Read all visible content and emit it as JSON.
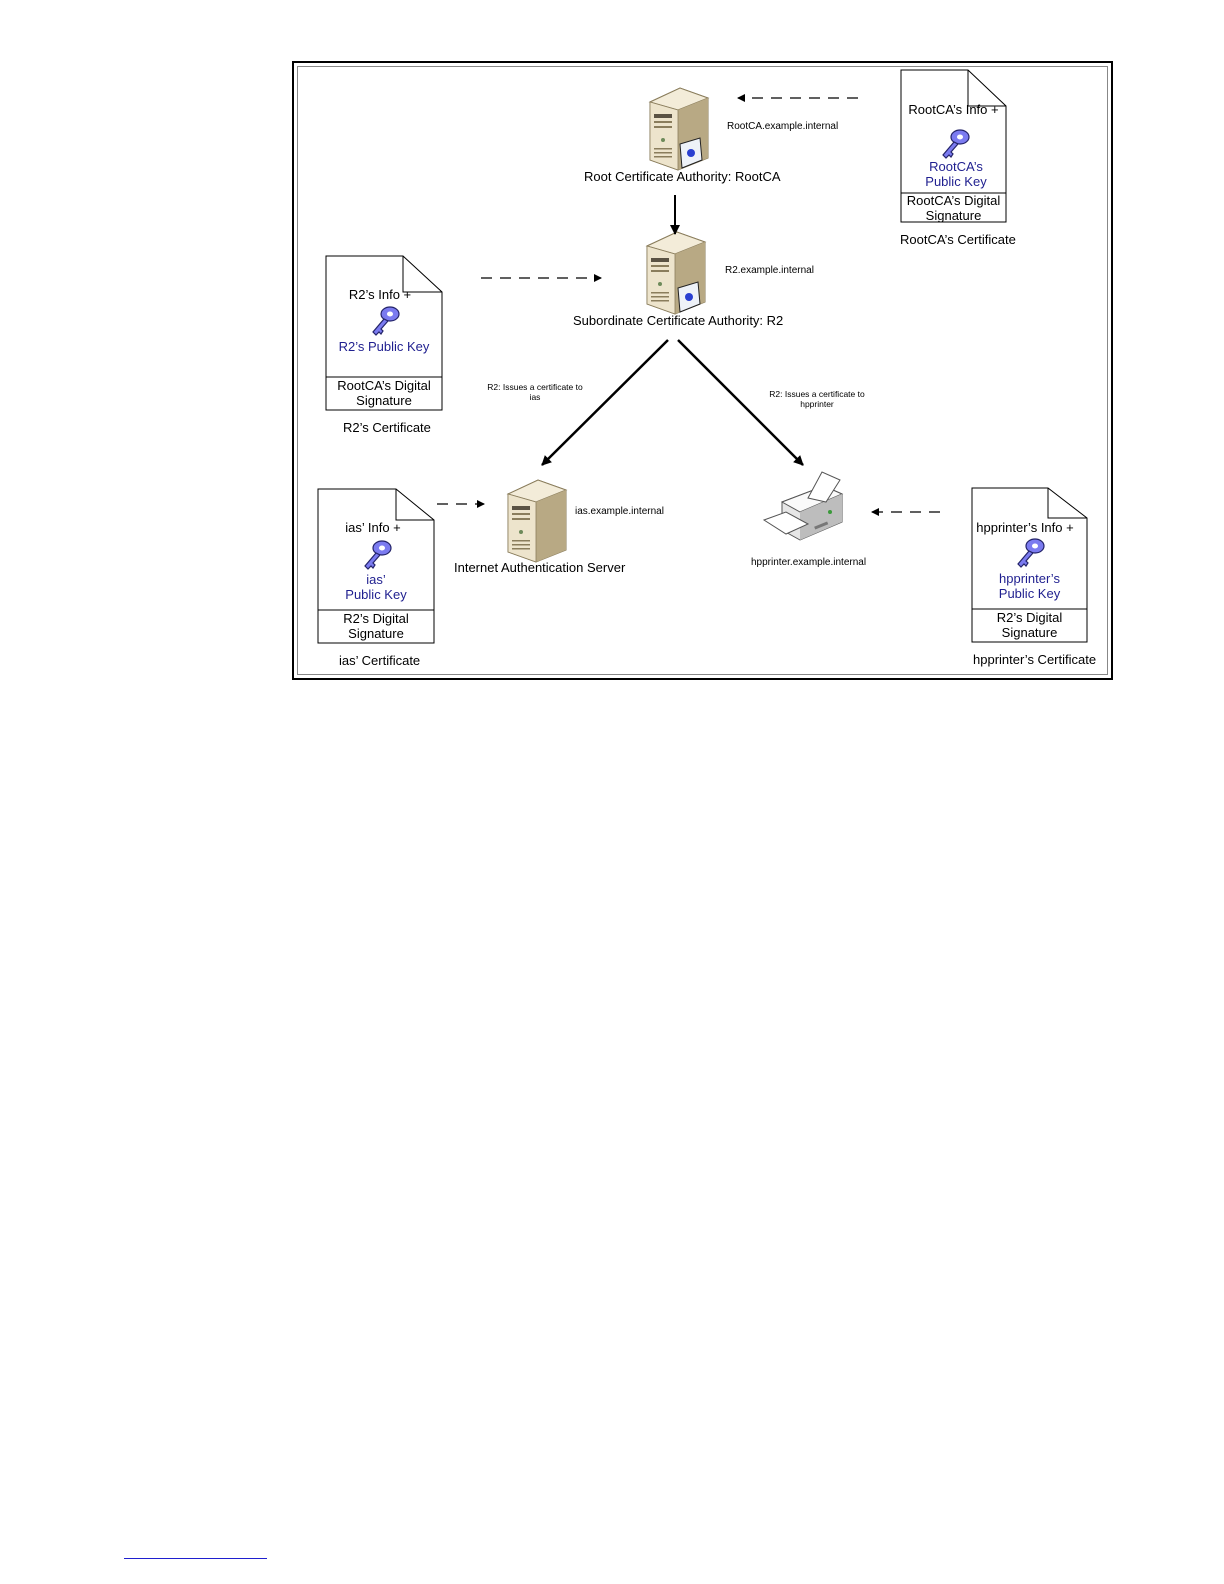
{
  "nodes": {
    "root_ca": {
      "caption": "Root Certificate Authority: RootCA",
      "host": "RootCA.example.internal"
    },
    "sub_ca": {
      "caption": "Subordinate Certificate Authority: R2",
      "host": "R2.example.internal"
    },
    "ias": {
      "caption": "Internet Authentication Server",
      "host": "ias.example.internal"
    },
    "printer": {
      "host": "hpprinter.example.internal"
    }
  },
  "edges": {
    "to_ias": {
      "label_line1": "R2: Issues a certificate to",
      "label_line2": "ias"
    },
    "to_printer": {
      "label_line1": "R2: Issues a certificate to",
      "label_line2": "hpprinter"
    }
  },
  "certificates": {
    "root_ca": {
      "info": "RootCA’s Info +",
      "key_line1": "RootCA’s",
      "key_line2": "Public Key",
      "sig_line1": "RootCA’s Digital",
      "sig_line2": "Signature",
      "caption": "RootCA’s Certificate"
    },
    "r2": {
      "info": "R2’s Info +",
      "key_line1": "R2’s Public Key",
      "key_line2": "",
      "sig_line1": "RootCA’s Digital",
      "sig_line2": "Signature",
      "caption": "R2’s Certificate"
    },
    "ias": {
      "info": "ias’ Info +",
      "key_line1": "ias’",
      "key_line2": "Public Key",
      "sig_line1": "R2’s Digital",
      "sig_line2": "Signature",
      "caption": "ias’ Certificate"
    },
    "printer": {
      "info": "hpprinter’s Info +",
      "key_line1": "hpprinter’s",
      "key_line2": "Public Key",
      "sig_line1": "R2’s Digital",
      "sig_line2": "Signature",
      "caption": "hpprinter’s Certificate"
    }
  },
  "icons": [
    "server-icon",
    "certificate-badge-icon",
    "key-icon",
    "printer-icon",
    "document-icon"
  ],
  "colors": {
    "key_fill": "#7b7bf0",
    "key_text": "#1f1f8f",
    "server_body": "#e9dfc6"
  }
}
